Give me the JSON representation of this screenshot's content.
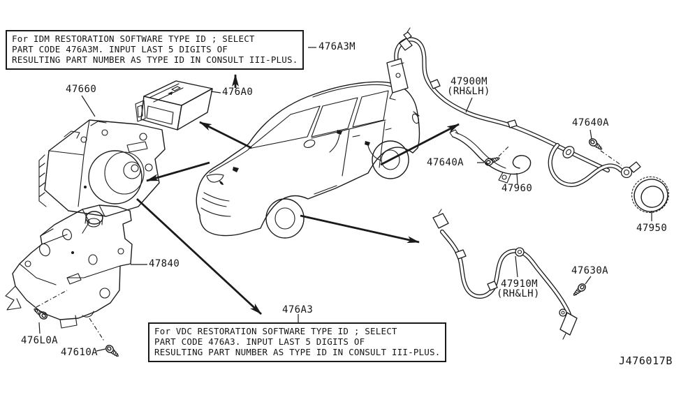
{
  "notes": {
    "idm": {
      "line1": "For IDM RESTORATION SOFTWARE TYPE ID ; SELECT",
      "line2": "PART CODE 476A3M. INPUT LAST 5 DIGITS OF",
      "line3": "RESULTING PART NUMBER AS TYPE ID IN CONSULT III-PLUS."
    },
    "vdc": {
      "line1": "For VDC RESTORATION SOFTWARE TYPE ID ; SELECT",
      "line2": "PART CODE 476A3. INPUT LAST 5 DIGITS OF",
      "line3": "RESULTING PART NUMBER AS TYPE ID IN CONSULT III-PLUS."
    }
  },
  "labels": {
    "actuator_unit": "47660",
    "control_module": "476A0",
    "idm_type_code": "476A3M",
    "vdc_type_code": "476A3",
    "rear_sensor": "47900M",
    "rear_sensor_side": "(RH&LH)",
    "front_sensor": "47910M",
    "front_sensor_side": "(RH&LH)",
    "rear_sensor_bolt": "47640A",
    "rear_bracket_bolt": "47640A",
    "rear_bracket": "47960",
    "sensor_rotor": "47950",
    "actuator_bracket": "47840",
    "bracket_bolt_a": "476L0A",
    "bracket_bolt_b": "47610A",
    "front_sensor_bolt": "47630A",
    "drawing_number": "J476017B"
  },
  "colors": {
    "line": "#1a1a1a",
    "background": "#ffffff"
  }
}
